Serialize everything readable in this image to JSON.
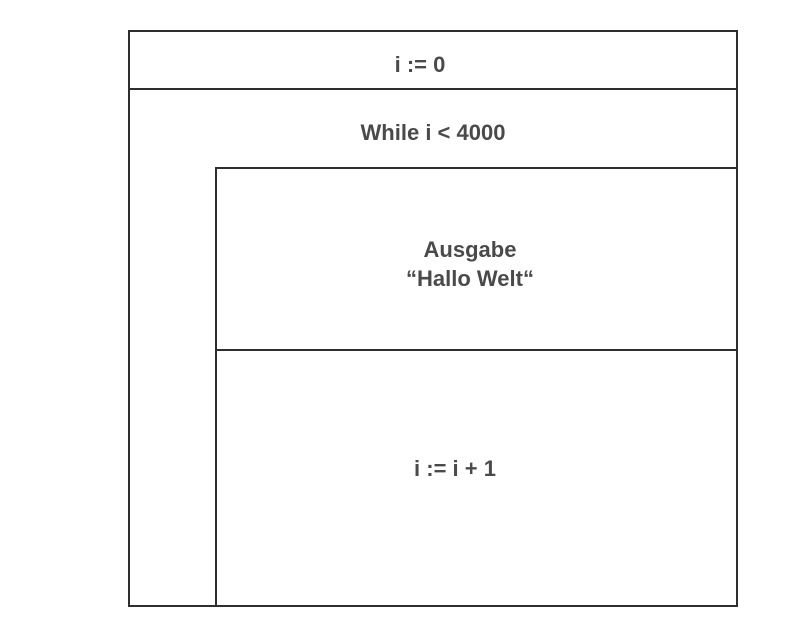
{
  "nassi_shneiderman": {
    "init_statement": "i := 0",
    "loop_condition": "While i < 4000",
    "output_statement": {
      "line1": "Ausgabe",
      "line2": "“Hallo Welt“"
    },
    "increment_statement": "i := i + 1"
  },
  "colors": {
    "border": "#2e2e2e",
    "text": "#4a4a4a",
    "background": "#ffffff"
  }
}
